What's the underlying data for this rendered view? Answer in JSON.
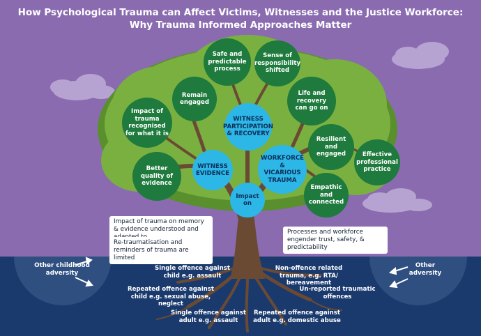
{
  "title_line1": "How Psychological Trauma can Affect Victims, Witnesses and the Justice Workforce:",
  "title_line2": "Why Trauma Informed Approaches Matter",
  "circles": [
    {
      "text": "Safe and predictable process",
      "color": "green"
    },
    {
      "text": "Sense of responsibility shifted",
      "color": "green"
    },
    {
      "text": "Remain engaged",
      "color": "green"
    },
    {
      "text": "Life and recovery can go on",
      "color": "green"
    },
    {
      "text": "Impact of trauma recognised for what it is",
      "color": "green"
    },
    {
      "text": "WITNESS PARTICIPATION & RECOVERY",
      "color": "blue"
    },
    {
      "text": "Resilient and engaged",
      "color": "green"
    },
    {
      "text": "Effective professional practice",
      "color": "green"
    },
    {
      "text": "Better quality of evidence",
      "color": "green"
    },
    {
      "text": "WITNESS EVIDENCE",
      "color": "blue"
    },
    {
      "text": "WORKFORCE & VICARIOUS TRAUMA",
      "color": "blue"
    },
    {
      "text": "Empathic and connected",
      "color": "green"
    },
    {
      "text": "Impact on",
      "color": "blue"
    }
  ],
  "callouts": [
    "Impact of trauma on memory & evidence understood and adapted to",
    "Processes and workforce engender trust, safety, & predictability",
    "Re-traumatisation and reminders of trauma are limited"
  ],
  "roots": [
    "Single offence against child e.g. assault",
    "Non-offence related trauma, e.g. RTA/ bereavement",
    "Repeated offence against child e.g. sexual abuse, neglect",
    "Un-reported traumatic offences",
    "Single offence against adult e.g. assault",
    "Repeated offence against adult e.g. domestic abuse"
  ],
  "side_left": "Other childhood adversity",
  "side_right": "Other adversity",
  "colors": {
    "sky": "#8a6bb0",
    "ground": "#1a3a6e",
    "canopy": "#7ab040",
    "canopy_dark": "#5a8f2e",
    "trunk": "#6b4a34",
    "green_circle": "#1e7a3d",
    "blue_circle": "#2cb7e6"
  }
}
